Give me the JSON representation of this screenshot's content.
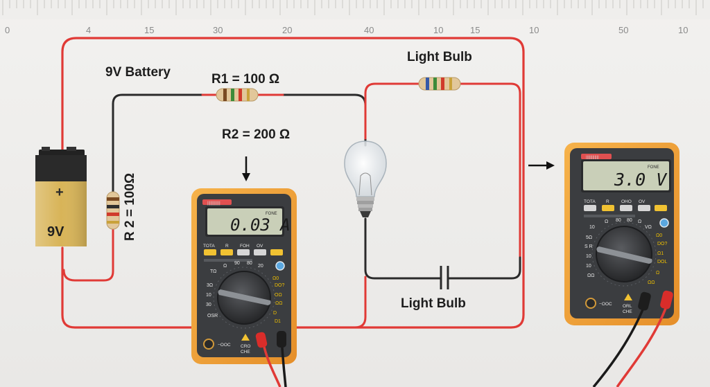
{
  "ruler": {
    "ticks": [
      "0",
      "4",
      "15",
      "30",
      "20",
      "40",
      "10",
      "15",
      "10",
      "50",
      "10"
    ]
  },
  "labels": {
    "battery_label": "9V Battery",
    "r1_label": "R1 = 100 Ω",
    "r2_label": "R2 = 200 Ω",
    "r2_vertical_label": "R 2 = 100Ω",
    "bulb_top_label": "Light Bulb",
    "bulb_bottom_label": "Light Bulb"
  },
  "battery": {
    "plus_sign": "+",
    "voltage": "9V"
  },
  "multimeter_left": {
    "display_value": "0.03 A",
    "display_tag": "FONE",
    "buttons": [
      "TOTA",
      "R",
      "FOH",
      "OV"
    ]
  },
  "multimeter_right": {
    "display_value": "3.0 V",
    "display_tag": "FONE",
    "buttons": [
      "TOTA",
      "R",
      "OHO",
      "OV"
    ]
  },
  "colors": {
    "wire_red": "#e03a36",
    "wire_black": "#2a2a2a",
    "meter_orange": "#f0a33a",
    "meter_body": "#3b3d40",
    "lcd": "#c9cfb8",
    "battery_gold": "#d8b458"
  }
}
